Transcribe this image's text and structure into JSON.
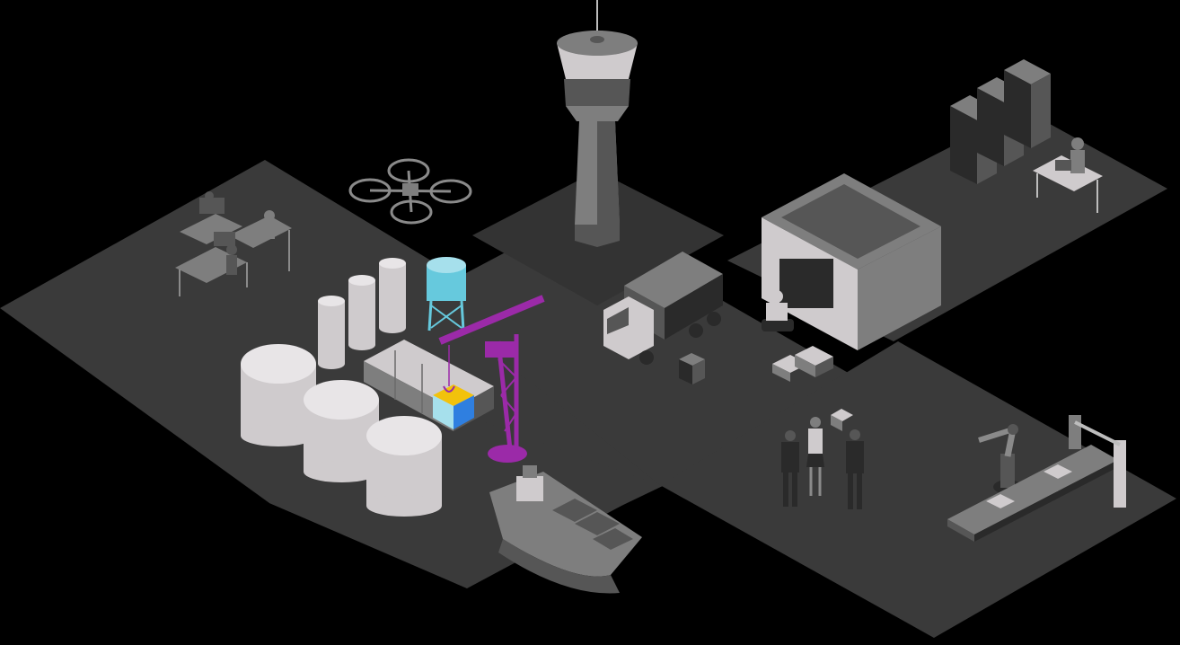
{
  "scene": {
    "type": "isometric-industrial-illustration",
    "palette": {
      "background": "#000000",
      "ground": "#3a3a3a",
      "ground_dark": "#2e2e2e",
      "object_light": "#d9d6d8",
      "object_mid": "#8a8a8a",
      "object_dark": "#4a4a4a",
      "accent_purple": "#9b2aa8",
      "accent_cyan": "#66c9dd",
      "accent_yellow": "#f2c20c",
      "accent_blue": "#2f7fe0"
    },
    "elements": [
      "control-tower",
      "drone",
      "office-desks",
      "storage-silos",
      "storage-tanks",
      "water-tower",
      "modular-containers",
      "tower-crane",
      "cargo-box",
      "cargo-ship",
      "truck",
      "warehouse",
      "server-racks",
      "it-workstation",
      "delivery-robot",
      "stacked-boxes",
      "business-people",
      "robotic-arm",
      "conveyor-belt"
    ]
  }
}
